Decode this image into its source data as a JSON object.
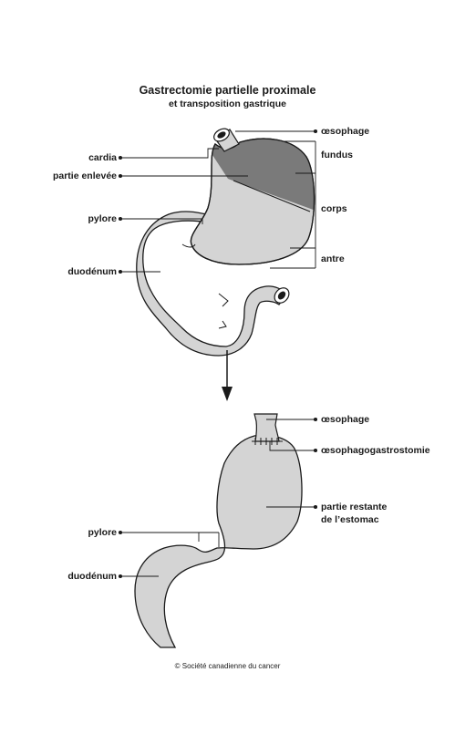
{
  "title": "Gastrectomie partielle proximale",
  "subtitle": "et transposition gastrique",
  "before": {
    "labels": {
      "oesophage": "œsophage",
      "cardia": "cardia",
      "partie_enlevee": "partie enlevée",
      "pylore": "pylore",
      "duodenum": "duodénum",
      "fundus": "fundus",
      "corps": "corps",
      "antre": "antre"
    }
  },
  "after": {
    "labels": {
      "oesophage": "œsophage",
      "anastomose": "œsophagogastrostomie",
      "partie_restante_1": "partie restante",
      "partie_restante_2": "de l’estomac",
      "pylore": "pylore",
      "duodenum": "duodénum"
    }
  },
  "credit": "© Société canadienne du cancer",
  "colors": {
    "organ_fill": "#d4d4d4",
    "removed_fill": "#7a7a7a",
    "stroke": "#1a1a1a",
    "lumen": "#1a1a1a"
  }
}
